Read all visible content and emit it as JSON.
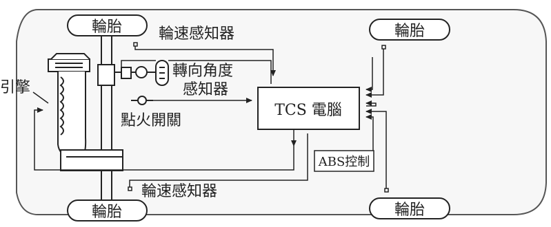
{
  "labels": {
    "tire_top_left": "輪胎",
    "tire_top_right": "輪胎",
    "tire_bottom_left": "輪胎",
    "tire_bottom_right": "輪胎",
    "wheel_speed_sensor_top": "輪速感知器",
    "wheel_speed_sensor_bottom": "輪速感知器",
    "steering_angle_sensor_line1": "轉向角度",
    "steering_angle_sensor_line2": "感知器",
    "ignition_switch": "點火開關",
    "engine": "引擎",
    "tcs_computer": "TCS 電腦",
    "abs_control": "ABS控制"
  }
}
